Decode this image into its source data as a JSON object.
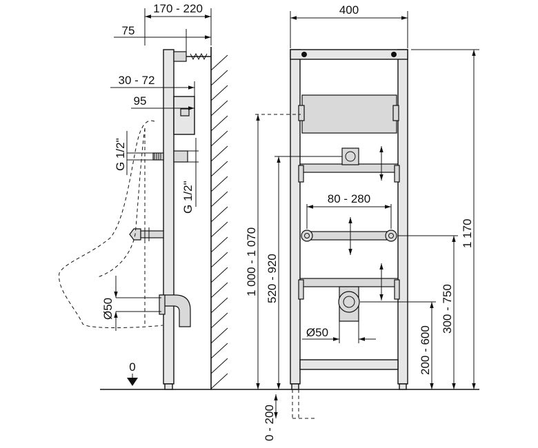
{
  "side_view": {
    "dimensions": {
      "depth_range": "170 - 220",
      "pipe_offset": "75",
      "bracket_range": "30 - 72",
      "bracket_depth": "95",
      "thread_left": "G 1/2\"",
      "thread_right": "G 1/2\"",
      "drain_diameter": "Ø50",
      "floor_level": "0"
    }
  },
  "front_view": {
    "dimensions": {
      "width": "400",
      "total_height": "1 170",
      "inlet_height": "1 000 - 1 070",
      "supply_height": "520 - 920",
      "fixing_spacing": "80 - 280",
      "fixing_height": "300 - 750",
      "drain_height": "200 - 600",
      "drain_diameter": "Ø50",
      "floor_adjust": "0 - 200"
    }
  },
  "colors": {
    "line": "#111111",
    "frame_fill": "#e6e6e6",
    "background": "#ffffff"
  }
}
